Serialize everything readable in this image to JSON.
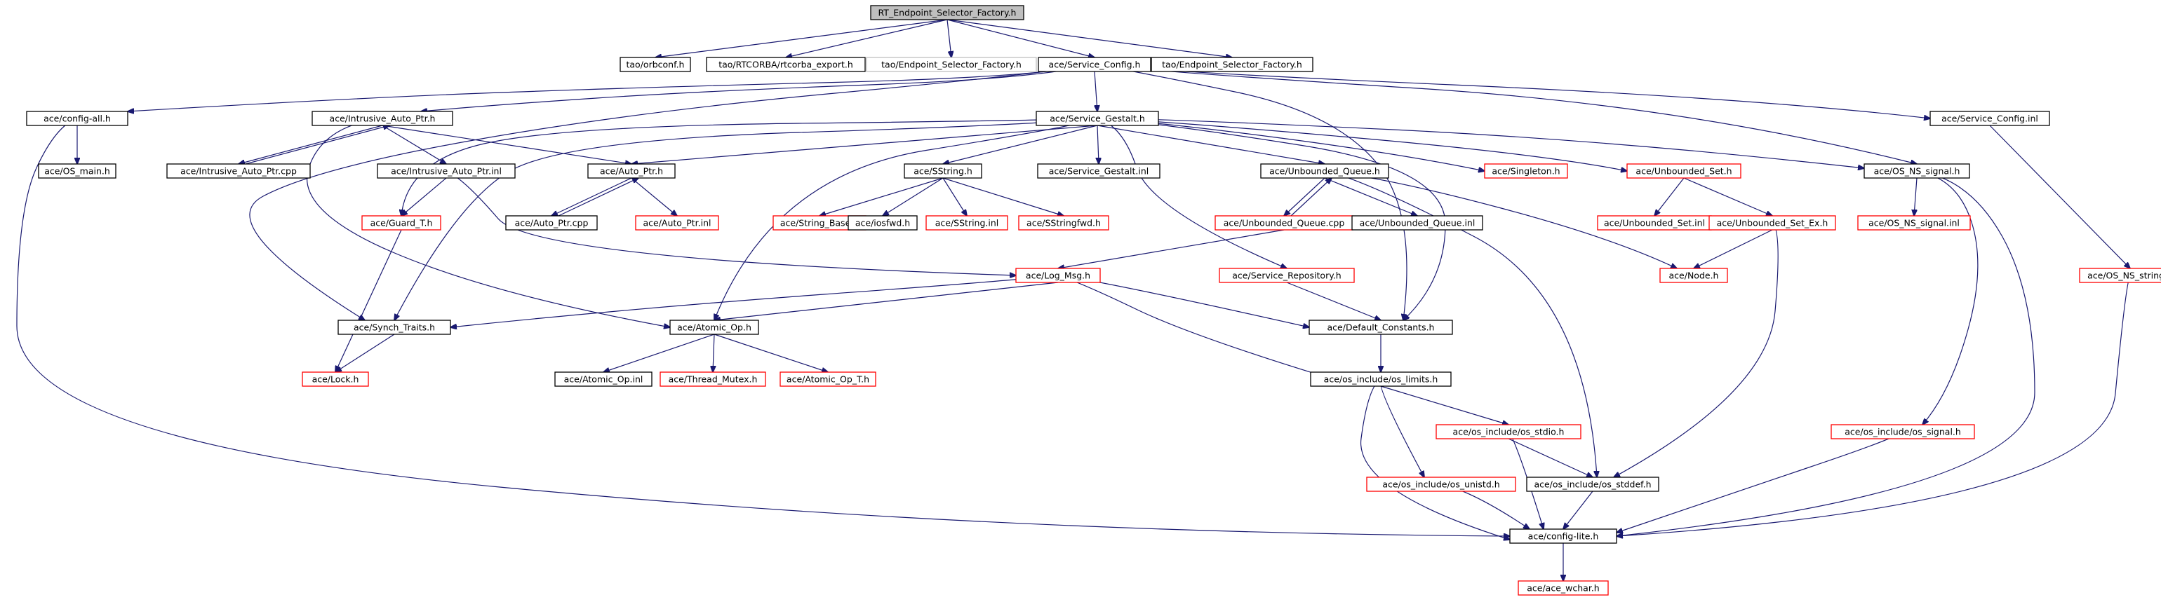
{
  "colors": {
    "edge": "#191970",
    "root_fill": "#bfbfbf",
    "root_stroke": "#000000",
    "resolved_stroke": "#000000",
    "unresolved_stroke": "#ff0000",
    "hidden_stroke": "#bfbfbf",
    "background": "#ffffff"
  },
  "nodes": [
    {
      "id": "root",
      "label": "RT_Endpoint_Selector_Factory.h",
      "kind": "root"
    },
    {
      "id": "orbconf",
      "label": "tao/orbconf.h",
      "kind": "resolved"
    },
    {
      "id": "rtcorba_export",
      "label": "tao/RTCORBA/rtcorba_export.h",
      "kind": "resolved"
    },
    {
      "id": "tao_esf_hidden",
      "label": "tao/Endpoint_Selector_Factory.h",
      "kind": "hidden"
    },
    {
      "id": "service_config_h",
      "label": "ace/Service_Config.h",
      "kind": "resolved"
    },
    {
      "id": "tao_esf",
      "label": "tao/Endpoint_Selector_Factory.h",
      "kind": "resolved"
    },
    {
      "id": "config_all",
      "label": "ace/config-all.h",
      "kind": "resolved"
    },
    {
      "id": "intrusive_ptr_h",
      "label": "ace/Intrusive_Auto_Ptr.h",
      "kind": "resolved"
    },
    {
      "id": "service_gestalt_h",
      "label": "ace/Service_Gestalt.h",
      "kind": "resolved"
    },
    {
      "id": "service_config_inl",
      "label": "ace/Service_Config.inl",
      "kind": "resolved"
    },
    {
      "id": "os_main",
      "label": "ace/OS_main.h",
      "kind": "resolved"
    },
    {
      "id": "intrusive_ptr_cpp",
      "label": "ace/Intrusive_Auto_Ptr.cpp",
      "kind": "resolved"
    },
    {
      "id": "intrusive_ptr_inl",
      "label": "ace/Intrusive_Auto_Ptr.inl",
      "kind": "resolved"
    },
    {
      "id": "auto_ptr_h",
      "label": "ace/Auto_Ptr.h",
      "kind": "resolved"
    },
    {
      "id": "sstring_h",
      "label": "ace/SString.h",
      "kind": "resolved"
    },
    {
      "id": "service_gestalt_inl",
      "label": "ace/Service_Gestalt.inl",
      "kind": "resolved"
    },
    {
      "id": "unbounded_queue_h",
      "label": "ace/Unbounded_Queue.h",
      "kind": "resolved"
    },
    {
      "id": "singleton_h",
      "label": "ace/Singleton.h",
      "kind": "unresolved"
    },
    {
      "id": "unbounded_set_h",
      "label": "ace/Unbounded_Set.h",
      "kind": "unresolved"
    },
    {
      "id": "os_ns_signal_h",
      "label": "ace/OS_NS_signal.h",
      "kind": "resolved"
    },
    {
      "id": "guard_t",
      "label": "ace/Guard_T.h",
      "kind": "unresolved"
    },
    {
      "id": "auto_ptr_cpp",
      "label": "ace/Auto_Ptr.cpp",
      "kind": "resolved"
    },
    {
      "id": "auto_ptr_inl",
      "label": "ace/Auto_Ptr.inl",
      "kind": "unresolved"
    },
    {
      "id": "string_base",
      "label": "ace/String_Base.h",
      "kind": "unresolved"
    },
    {
      "id": "iosfwd",
      "label": "ace/iosfwd.h",
      "kind": "resolved"
    },
    {
      "id": "sstring_inl",
      "label": "ace/SString.inl",
      "kind": "unresolved"
    },
    {
      "id": "sstringfwd",
      "label": "ace/SStringfwd.h",
      "kind": "unresolved"
    },
    {
      "id": "unbounded_queue_cpp",
      "label": "ace/Unbounded_Queue.cpp",
      "kind": "unresolved"
    },
    {
      "id": "unbounded_queue_inl",
      "label": "ace/Unbounded_Queue.inl",
      "kind": "resolved"
    },
    {
      "id": "unbounded_set_inl",
      "label": "ace/Unbounded_Set.inl",
      "kind": "unresolved"
    },
    {
      "id": "unbounded_set_ex",
      "label": "ace/Unbounded_Set_Ex.h",
      "kind": "unresolved"
    },
    {
      "id": "os_ns_signal_inl",
      "label": "ace/OS_NS_signal.inl",
      "kind": "unresolved"
    },
    {
      "id": "log_msg",
      "label": "ace/Log_Msg.h",
      "kind": "unresolved"
    },
    {
      "id": "service_repository",
      "label": "ace/Service_Repository.h",
      "kind": "unresolved"
    },
    {
      "id": "node_h",
      "label": "ace/Node.h",
      "kind": "unresolved"
    },
    {
      "id": "os_ns_string",
      "label": "ace/OS_NS_string.h",
      "kind": "unresolved"
    },
    {
      "id": "synch_traits",
      "label": "ace/Synch_Traits.h",
      "kind": "resolved"
    },
    {
      "id": "atomic_op_h",
      "label": "ace/Atomic_Op.h",
      "kind": "resolved"
    },
    {
      "id": "default_constants",
      "label": "ace/Default_Constants.h",
      "kind": "resolved"
    },
    {
      "id": "lock_h",
      "label": "ace/Lock.h",
      "kind": "unresolved"
    },
    {
      "id": "atomic_op_inl",
      "label": "ace/Atomic_Op.inl",
      "kind": "resolved"
    },
    {
      "id": "thread_mutex",
      "label": "ace/Thread_Mutex.h",
      "kind": "unresolved"
    },
    {
      "id": "atomic_op_t",
      "label": "ace/Atomic_Op_T.h",
      "kind": "unresolved"
    },
    {
      "id": "os_limits",
      "label": "ace/os_include/os_limits.h",
      "kind": "resolved"
    },
    {
      "id": "os_stdio",
      "label": "ace/os_include/os_stdio.h",
      "kind": "unresolved"
    },
    {
      "id": "os_signal",
      "label": "ace/os_include/os_signal.h",
      "kind": "unresolved"
    },
    {
      "id": "os_unistd",
      "label": "ace/os_include/os_unistd.h",
      "kind": "unresolved"
    },
    {
      "id": "os_stddef",
      "label": "ace/os_include/os_stddef.h",
      "kind": "resolved"
    },
    {
      "id": "config_lite",
      "label": "ace/config-lite.h",
      "kind": "resolved"
    },
    {
      "id": "ace_wchar",
      "label": "ace/ace_wchar.h",
      "kind": "unresolved"
    }
  ],
  "edges": [
    [
      "root",
      "orbconf"
    ],
    [
      "root",
      "rtcorba_export"
    ],
    [
      "root",
      "tao_esf_hidden"
    ],
    [
      "root",
      "service_config_h"
    ],
    [
      "root",
      "tao_esf"
    ],
    [
      "service_config_h",
      "config_all"
    ],
    [
      "service_config_h",
      "intrusive_ptr_h"
    ],
    [
      "service_config_h",
      "service_gestalt_h"
    ],
    [
      "service_config_h",
      "service_config_inl"
    ],
    [
      "service_config_h",
      "synch_traits"
    ],
    [
      "service_config_h",
      "default_constants"
    ],
    [
      "service_config_h",
      "os_ns_signal_h"
    ],
    [
      "config_all",
      "os_main"
    ],
    [
      "config_all",
      "config_lite"
    ],
    [
      "intrusive_ptr_h",
      "intrusive_ptr_cpp"
    ],
    [
      "intrusive_ptr_cpp",
      "intrusive_ptr_h"
    ],
    [
      "intrusive_ptr_h",
      "intrusive_ptr_inl"
    ],
    [
      "intrusive_ptr_h",
      "auto_ptr_h"
    ],
    [
      "intrusive_ptr_h",
      "atomic_op_h"
    ],
    [
      "intrusive_ptr_inl",
      "guard_t"
    ],
    [
      "intrusive_ptr_inl",
      "log_msg"
    ],
    [
      "service_gestalt_h",
      "guard_t"
    ],
    [
      "service_gestalt_h",
      "auto_ptr_h"
    ],
    [
      "service_gestalt_h",
      "sstring_h"
    ],
    [
      "service_gestalt_h",
      "service_gestalt_inl"
    ],
    [
      "service_gestalt_h",
      "unbounded_queue_h"
    ],
    [
      "service_gestalt_h",
      "singleton_h"
    ],
    [
      "service_gestalt_h",
      "unbounded_set_h"
    ],
    [
      "service_gestalt_h",
      "os_ns_signal_h"
    ],
    [
      "service_gestalt_h",
      "synch_traits"
    ],
    [
      "service_gestalt_h",
      "atomic_op_h"
    ],
    [
      "service_gestalt_h",
      "service_repository"
    ],
    [
      "service_gestalt_h",
      "default_constants"
    ],
    [
      "auto_ptr_h",
      "auto_ptr_cpp"
    ],
    [
      "auto_ptr_cpp",
      "auto_ptr_h"
    ],
    [
      "auto_ptr_h",
      "auto_ptr_inl"
    ],
    [
      "sstring_h",
      "string_base"
    ],
    [
      "sstring_h",
      "iosfwd"
    ],
    [
      "sstring_h",
      "sstring_inl"
    ],
    [
      "sstring_h",
      "sstringfwd"
    ],
    [
      "unbounded_queue_h",
      "unbounded_queue_cpp"
    ],
    [
      "unbounded_queue_cpp",
      "unbounded_queue_h"
    ],
    [
      "unbounded_queue_h",
      "unbounded_queue_inl"
    ],
    [
      "unbounded_queue_h",
      "node_h"
    ],
    [
      "unbounded_queue_h",
      "os_stddef"
    ],
    [
      "unbounded_queue_cpp",
      "log_msg"
    ],
    [
      "unbounded_set_h",
      "unbounded_set_inl"
    ],
    [
      "unbounded_set_h",
      "unbounded_set_ex"
    ],
    [
      "unbounded_set_ex",
      "node_h"
    ],
    [
      "unbounded_set_ex",
      "os_stddef"
    ],
    [
      "os_ns_signal_h",
      "os_ns_signal_inl"
    ],
    [
      "os_ns_signal_h",
      "os_signal"
    ],
    [
      "os_ns_signal_h",
      "config_lite"
    ],
    [
      "service_config_inl",
      "os_ns_string"
    ],
    [
      "os_ns_string",
      "config_lite"
    ],
    [
      "guard_t",
      "lock_h"
    ],
    [
      "log_msg",
      "synch_traits"
    ],
    [
      "log_msg",
      "atomic_op_h"
    ],
    [
      "log_msg",
      "default_constants"
    ],
    [
      "log_msg",
      "os_limits"
    ],
    [
      "service_repository",
      "default_constants"
    ],
    [
      "synch_traits",
      "lock_h"
    ],
    [
      "atomic_op_h",
      "atomic_op_inl"
    ],
    [
      "atomic_op_h",
      "thread_mutex"
    ],
    [
      "atomic_op_h",
      "atomic_op_t"
    ],
    [
      "default_constants",
      "os_limits"
    ],
    [
      "os_limits",
      "os_stdio"
    ],
    [
      "os_limits",
      "os_unistd"
    ],
    [
      "os_limits",
      "config_lite"
    ],
    [
      "os_stdio",
      "os_stddef"
    ],
    [
      "os_stdio",
      "config_lite"
    ],
    [
      "os_unistd",
      "config_lite"
    ],
    [
      "os_stddef",
      "config_lite"
    ],
    [
      "os_signal",
      "config_lite"
    ],
    [
      "config_lite",
      "ace_wchar"
    ]
  ]
}
